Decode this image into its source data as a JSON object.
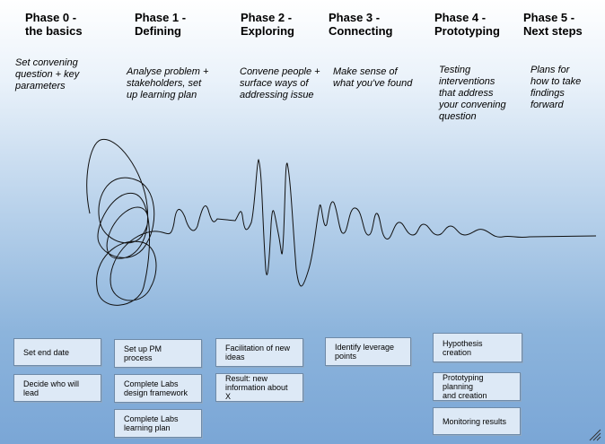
{
  "phases": [
    {
      "title": "Phase 0 -\nthe basics",
      "desc": "Set convening\nquestion + key\nparameters"
    },
    {
      "title": "Phase 1 -\nDefining",
      "desc": "Analyse problem +\nstakeholders, set\nup learning plan"
    },
    {
      "title": "Phase 2 -\nExploring",
      "desc": "Convene people +\nsurface ways of\naddressing issue"
    },
    {
      "title": "Phase 3 -\nConnecting",
      "desc": "Make sense of\nwhat you've found"
    },
    {
      "title": "Phase 4 -\nPrototyping",
      "desc": "Testing\ninterventions\nthat address\nyour convening\nquestion"
    },
    {
      "title": "Phase 5 -\nNext steps",
      "desc": "Plans for\nhow to take\nfindings\nforward"
    }
  ],
  "boxes": {
    "phase0": [
      "Set end date",
      "Decide who will lead"
    ],
    "phase1": [
      "Set up PM process",
      "Complete Labs\ndesign framework",
      "Complete Labs\nlearning plan"
    ],
    "phase2": [
      "Facilitation of new\nideas",
      "Result: new\ninformation about X"
    ],
    "phase3": [
      "Identify leverage\npoints"
    ],
    "phase4": [
      "Hypothesis creation",
      "Prototyping planning\nand creation",
      "Monitoring results"
    ]
  }
}
